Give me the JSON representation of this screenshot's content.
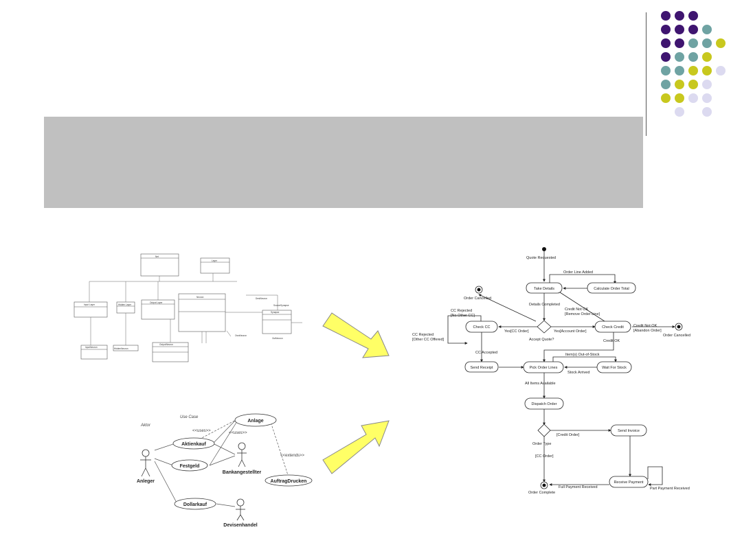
{
  "colors": {
    "purple": "#3f1570",
    "teal": "#6fa3a3",
    "lime": "#c8c81e",
    "lavender": "#dcdaf0",
    "band": "#c0c0c0",
    "arrow": "#ffff66"
  },
  "class_diagram": {
    "labels": [
      "Net",
      "Layer",
      "Input Layer",
      "Hidden Layer",
      "Output Layer",
      "Neuron",
      "OwnNeuron",
      "InputNeuron",
      "HiddenNeuron",
      "OutputNeuron",
      "Synapse",
      "SourceSynapse",
      "OutNeuron",
      "DestNeuron"
    ]
  },
  "use_case": {
    "use_case_label": "Use Case",
    "actor_label": "Aktor",
    "uses_1": "<<uses>>",
    "uses_2": "<<uses>>",
    "extends": "<<extends>>",
    "cases": {
      "aktienkauf": "Aktienkauf",
      "festgeld": "Festgeld",
      "anlage": "Anlage",
      "dollarkauf": "Dollarkauf",
      "auftragdrucken": "AuftragDrucken"
    },
    "actors": {
      "anleger": "Anleger",
      "bankangestellter": "Bankangestellter",
      "devisenhandel": "Devisenhandel"
    }
  },
  "activity": {
    "quote_requested": "Quote Requested",
    "take_details": "Take Details",
    "order_line_added": "Order Line Added",
    "calculate_order_total": "Calculate Order Total",
    "order_cancelled_top": "Order Cancelled",
    "details_completed": "Details Completed",
    "credit_not_ok": "Credit Not OK",
    "remove_order_line": "[Remove Order Line]",
    "cc_rejected_1": "CC Rejected",
    "no_other_cc": "[No Other CC]",
    "check_cc": "Check CC",
    "yes_cc": "Yes[CC Order]",
    "accept_quote": "Accept Quote?",
    "yes_account": "Yes[Account Order]",
    "check_credit": "Check Credit",
    "credit_not_ok_2": "Credit Not OK",
    "abandon_order": "[Abandon Order]",
    "order_cancelled_right": "Order Cancelled",
    "cc_rejected_2": "CC Rejected",
    "other_cc": "[Other CC Offered]",
    "credit_ok": "Credit OK",
    "items_out": "Item(s) Out-of-Stock",
    "cc_accepted": "CC Accepted",
    "send_receipt": "Send Receipt",
    "pick_order_lines": "Pick Order Lines",
    "stock_arrived": "Stock Arrived",
    "wait_for_stock": "Wait For Stock",
    "all_items": "All Items Available",
    "dispatch_order": "Dispatch Order",
    "credit_order": "[Credit Order]",
    "send_invoice": "Send Invoice",
    "order_type": "Order Type",
    "cc_order": "[CC Order]",
    "full_payment": "Full Payment Received",
    "receive_payment": "Receive Payment",
    "part_payment": "Part Payment Received",
    "order_complete": "Order Complete"
  }
}
